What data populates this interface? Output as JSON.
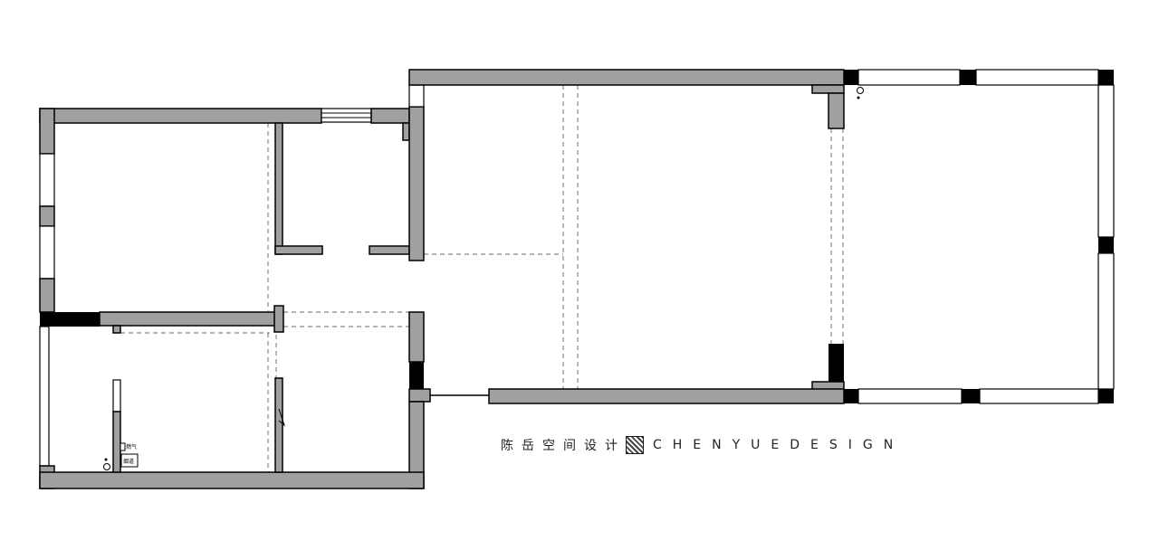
{
  "caption": {
    "chinese": "陈岳空间设计",
    "english": "CHENYUEDESIGN"
  },
  "labels": {
    "flue": "烟道",
    "gas": "燃气"
  },
  "colors": {
    "wall": "#a0a0a0",
    "column": "#000000",
    "dashed_line": "#888888"
  }
}
